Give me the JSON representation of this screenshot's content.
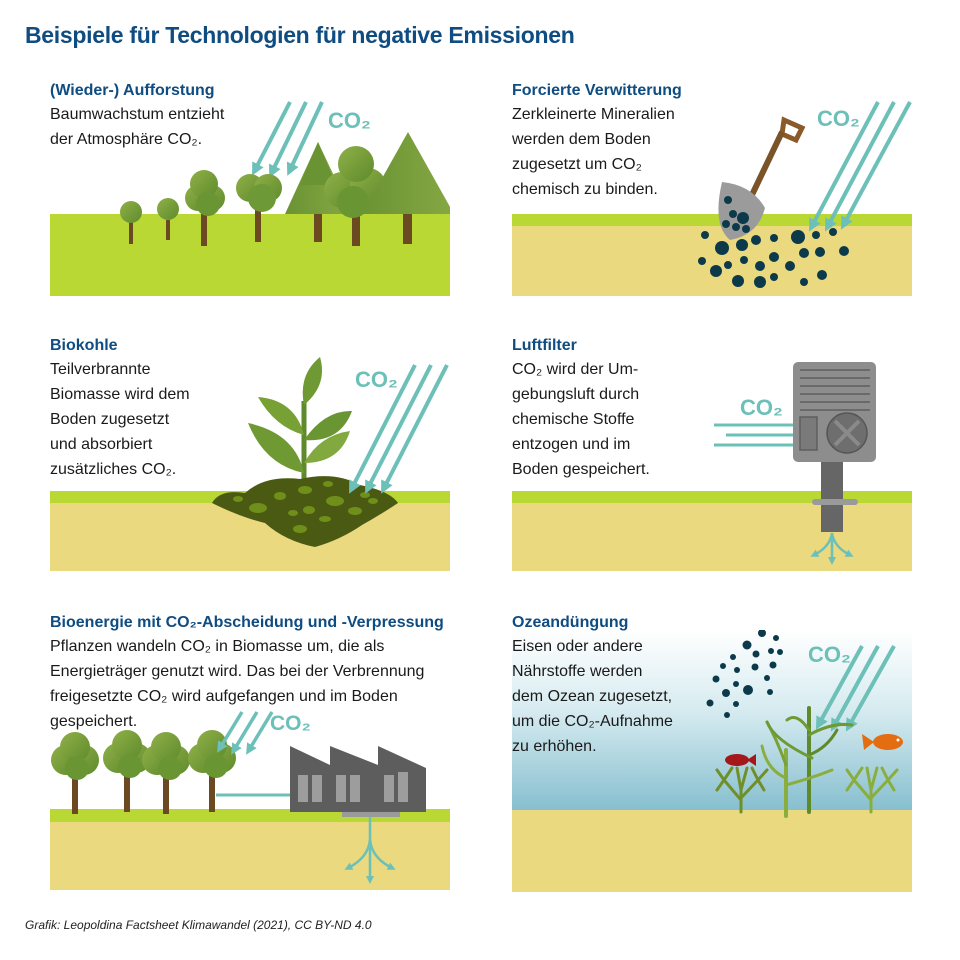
{
  "title": "Beispiele für Technologien für negative Emissionen",
  "co2_label": "CO₂",
  "colors": {
    "title_blue": "#0f4c81",
    "co2_teal": "#6cc0b8",
    "grass": "#b9d833",
    "soil": "#ead97f",
    "tree_green": "#6f9a33",
    "trunk": "#6b4a22",
    "mineral_dot": "#0d3a4a",
    "machine_grey": "#8d8d8d",
    "water_blue": "#8fc3d2",
    "fish_red": "#a4171b",
    "fish_orange": "#e46d12"
  },
  "panels": [
    {
      "id": "aufforstung",
      "title": "(Wieder-) Aufforstung",
      "text": "Baumwachstum entzieht\nder Atmosphäre CO₂.",
      "icon": "forest-illustration"
    },
    {
      "id": "verwitterung",
      "title": "Forcierte Verwitterung",
      "text": "Zerkleinerte Mineralien\nwerden dem Boden\nzugesetzt um CO₂\nchemisch zu binden.",
      "icon": "shovel-minerals-illustration"
    },
    {
      "id": "biokohle",
      "title": "Biokohle",
      "text": "Teilverbrannte\nBiomasse wird dem\nBoden zugesetzt\nund absorbiert\nzusätzliches CO₂.",
      "icon": "plant-biochar-illustration"
    },
    {
      "id": "luftfilter",
      "title": "Luftfilter",
      "text": "CO₂ wird der Um-\ngebungsluft durch\nchemische Stoffe\nentzogen und im\nBoden gespeichert.",
      "icon": "air-filter-machine-illustration"
    },
    {
      "id": "beccs",
      "title": "Bioenergie mit CO₂-Abscheidung und -Verpressung",
      "text": "Pflanzen wandeln CO₂ in Biomasse um, die als\nEnergieträger genutzt wird. Das bei der Verbrennung\nfreigesetzte CO₂ wird aufgefangen und im Boden\ngespeichert.",
      "icon": "trees-factory-illustration"
    },
    {
      "id": "ozeanduengung",
      "title": "Ozeandüngung",
      "text": "Eisen oder andere\nNährstoffe werden\ndem Ozean zugesetzt,\num die CO₂-Aufnahme\nzu erhöhen.",
      "icon": "ocean-fertilization-illustration"
    }
  ],
  "credit": "Grafik: Leopoldina Factsheet Klimawandel (2021), CC BY-ND 4.0"
}
